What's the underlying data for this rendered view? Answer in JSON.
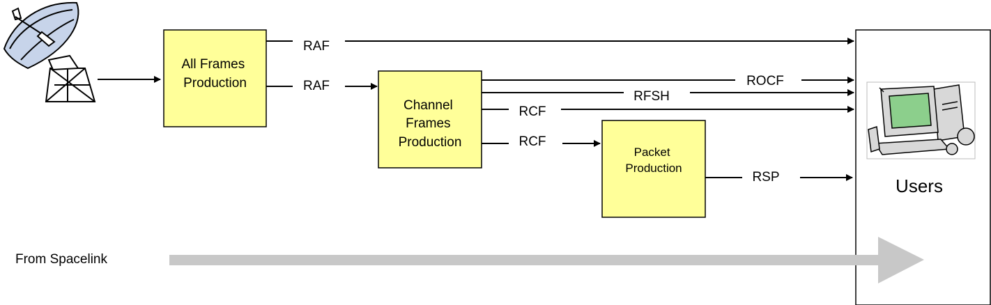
{
  "boxes": {
    "all_frames": [
      "All Frames",
      "Production"
    ],
    "channel_frames": [
      "Channel",
      "Frames",
      "Production"
    ],
    "packet": [
      "Packet",
      "Production"
    ],
    "users": "Users"
  },
  "flows": {
    "raf_top": "RAF",
    "raf_mid": "RAF",
    "ocf": "ROCF",
    "fsh": "RFSH",
    "rcf_users": "RCF",
    "rcf_packet": "RCF",
    "rsp": "RSP"
  },
  "spacelink_label": "From Spacelink",
  "icons": [
    "satellite-dish-icon",
    "computer-icon"
  ],
  "colors": {
    "box_fill": "#ffff99",
    "spacelink_arrow": "#c8c8c8",
    "monitor_screen": "#8ccf8c",
    "computer_body": "#d8d8d8"
  }
}
